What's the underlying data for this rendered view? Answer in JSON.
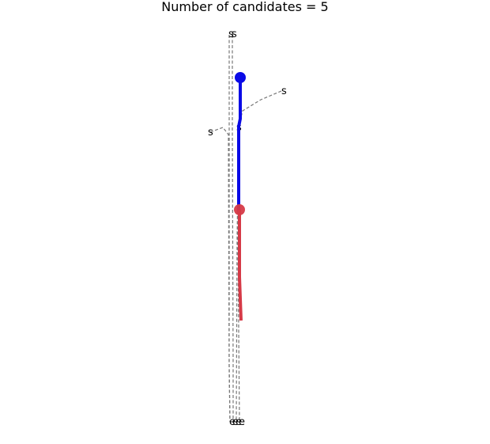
{
  "title": "Number of candidates = 5",
  "labels": {
    "start": "s",
    "end": "e"
  },
  "colors": {
    "candidate": "#777777",
    "history": "#0a0ae6",
    "future": "#d63a47"
  }
}
